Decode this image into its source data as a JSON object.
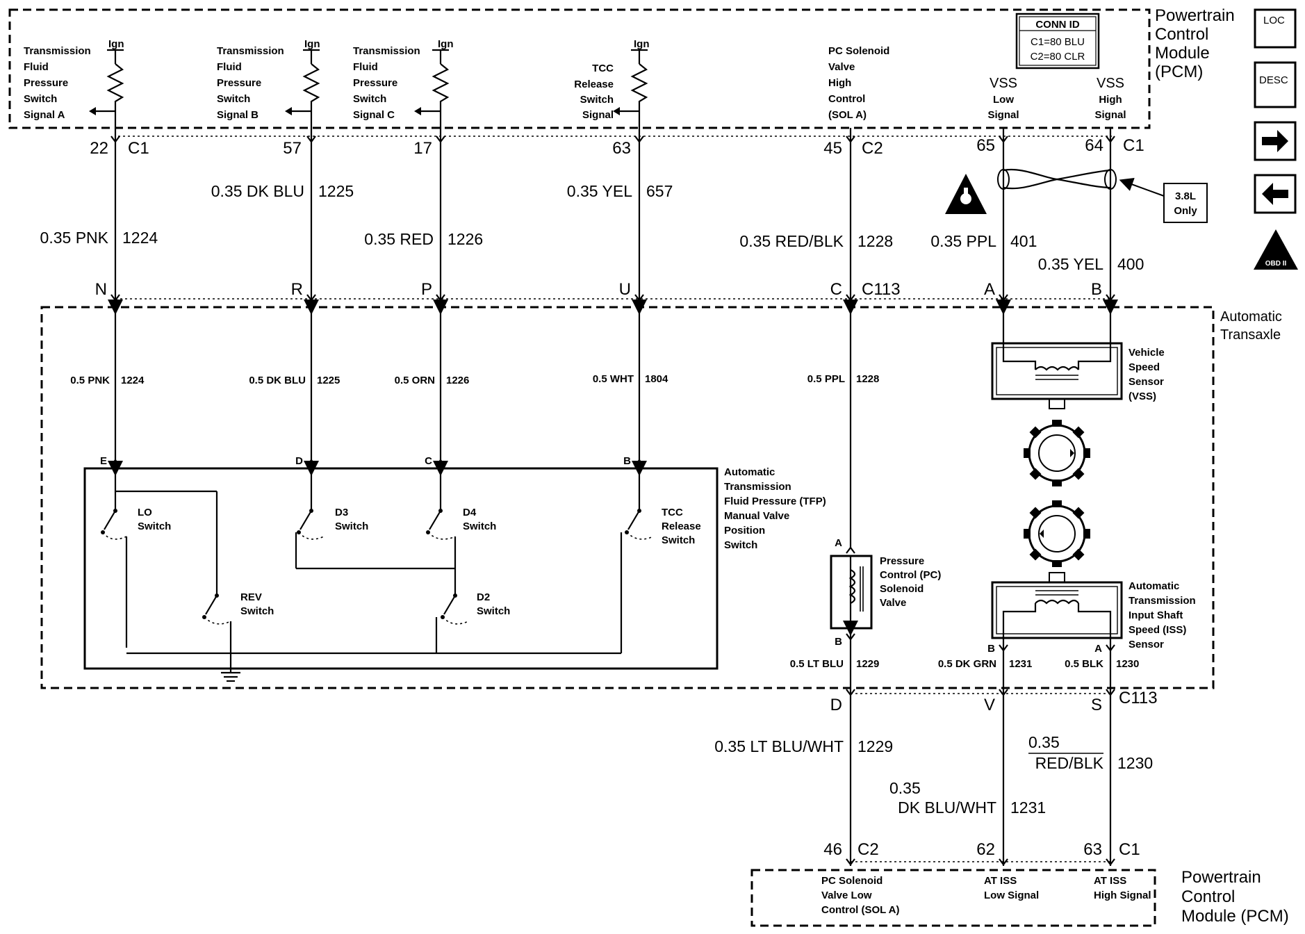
{
  "pcm_top": {
    "title": "Powertrain Control Module (PCM)",
    "title_lines": [
      "Powertrain",
      "Control",
      "Module",
      "(PCM)"
    ],
    "conn_id": {
      "header": "CONN ID",
      "c1": "C1=80 BLU",
      "c2": "C2=80 CLR"
    },
    "inputs": [
      {
        "lines": [
          "Transmission",
          "Fluid",
          "Pressure",
          "Switch",
          "Signal A"
        ],
        "ign": "Ign"
      },
      {
        "lines": [
          "Transmission",
          "Fluid",
          "Pressure",
          "Switch",
          "Signal B"
        ],
        "ign": "Ign"
      },
      {
        "lines": [
          "Transmission",
          "Fluid",
          "Pressure",
          "Switch",
          "Signal C"
        ],
        "ign": "Ign"
      },
      {
        "lines": [
          "TCC",
          "Release",
          "Switch",
          "Signal"
        ],
        "ign": "Ign"
      },
      {
        "lines": [
          "PC Solenoid",
          "Valve",
          "High",
          "Control",
          "(SOL A)"
        ]
      },
      {
        "lines": [
          "VSS",
          "Low",
          "Signal"
        ]
      },
      {
        "lines": [
          "VSS",
          "High",
          "Signal"
        ]
      }
    ]
  },
  "top_pins": [
    "22",
    "57",
    "17",
    "63",
    "45",
    "65",
    "64"
  ],
  "top_connectors": {
    "left": "C1",
    "mid": "C2",
    "right": "C1"
  },
  "harness_wires": [
    {
      "size_color": "0.35 PNK",
      "circuit": "1224"
    },
    {
      "size_color": "0.35 DK BLU",
      "circuit": "1225"
    },
    {
      "size_color": "0.35 RED",
      "circuit": "1226"
    },
    {
      "size_color": "0.35 YEL",
      "circuit": "657"
    },
    {
      "size_color": "0.35 RED/BLK",
      "circuit": "1228"
    },
    {
      "size_color": "0.35 PPL",
      "circuit": "401"
    },
    {
      "size_color": "0.35 YEL",
      "circuit": "400"
    }
  ],
  "twisted_pair_note": [
    "3.8L",
    "Only"
  ],
  "c113_top": {
    "connector": "C113",
    "pins": [
      "N",
      "R",
      "P",
      "U",
      "C",
      "A",
      "B"
    ]
  },
  "transaxle": {
    "title_lines": [
      "Automatic",
      "Transaxle"
    ],
    "wires": [
      {
        "size_color": "0.5 PNK",
        "circuit": "1224"
      },
      {
        "size_color": "0.5 DK BLU",
        "circuit": "1225"
      },
      {
        "size_color": "0.5 ORN",
        "circuit": "1226"
      },
      {
        "size_color": "0.5 WHT",
        "circuit": "1804"
      },
      {
        "size_color": "0.5 PPL",
        "circuit": "1228"
      }
    ],
    "tfp_pins": [
      "E",
      "D",
      "C",
      "B"
    ],
    "tfp_label": [
      "Automatic",
      "Transmission",
      "Fluid Pressure (TFP)",
      "Manual Valve",
      "Position",
      "Switch"
    ],
    "switches": {
      "lo": [
        "LO",
        "Switch"
      ],
      "d3": [
        "D3",
        "Switch"
      ],
      "d4": [
        "D4",
        "Switch"
      ],
      "tcc": [
        "TCC",
        "Release",
        "Switch"
      ],
      "rev": [
        "REV",
        "Switch"
      ],
      "d2": [
        "D2",
        "Switch"
      ]
    },
    "pc_solenoid": {
      "label": [
        "Pressure",
        "Control (PC)",
        "Solenoid",
        "Valve"
      ],
      "pin_top": "A",
      "pin_bottom": "B"
    },
    "vss": {
      "label": [
        "Vehicle",
        "Speed",
        "Sensor",
        "(VSS)"
      ]
    },
    "iss": {
      "label": [
        "Automatic",
        "Transmission",
        "Input Shaft",
        "Speed (ISS)",
        "Sensor"
      ],
      "pin_left": "B",
      "pin_right": "A"
    },
    "bottom_wires": [
      {
        "size_color": "0.5 LT BLU",
        "circuit": "1229"
      },
      {
        "size_color": "0.5 DK GRN",
        "circuit": "1231"
      },
      {
        "size_color": "0.5 BLK",
        "circuit": "1230"
      }
    ]
  },
  "c113_bottom": {
    "connector": "C113",
    "pins": [
      "D",
      "V",
      "S"
    ]
  },
  "lower_wires": [
    {
      "size_color": "0.35 LT BLU/WHT",
      "circuit": "1229"
    },
    {
      "size": "0.35",
      "color": "DK BLU/WHT",
      "circuit": "1231"
    },
    {
      "size": "0.35",
      "color": "RED/BLK",
      "circuit": "1230"
    }
  ],
  "bottom_pins": [
    "46",
    "62",
    "63"
  ],
  "bottom_connectors": {
    "left": "C2",
    "right": "C1"
  },
  "pcm_bottom": {
    "title_lines": [
      "Powertrain",
      "Control",
      "Module (PCM)"
    ],
    "outputs": [
      {
        "lines": [
          "PC Solenoid",
          "Valve Low",
          "Control (SOL A)"
        ]
      },
      {
        "lines": [
          "AT ISS",
          "Low Signal"
        ]
      },
      {
        "lines": [
          "AT ISS",
          "High Signal"
        ]
      }
    ]
  },
  "legend_icons": [
    {
      "name": "loc-icon",
      "text": "LOC"
    },
    {
      "name": "desc-icon",
      "text": "DESC"
    },
    {
      "name": "arrow-right-icon"
    },
    {
      "name": "arrow-left-icon"
    },
    {
      "name": "obd2-icon",
      "text": "OBD II"
    }
  ]
}
